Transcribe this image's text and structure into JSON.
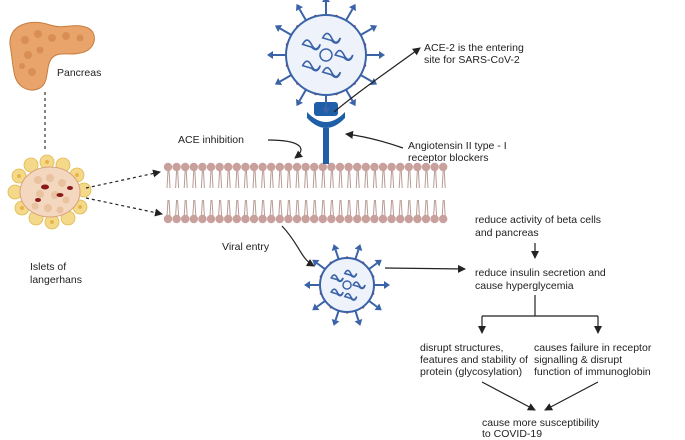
{
  "labels": {
    "pancreas": "Pancreas",
    "islets_line1": "Islets of",
    "islets_line2": "langerhans",
    "ace_inhibition": "ACE inhibition",
    "ace2_line1": "ACE-2 is the entering",
    "ace2_line2": "site for SARS-CoV-2",
    "blockers_line1": "Angiotensin II type - I",
    "blockers_line2": "receptor blockers",
    "viral_entry": "Viral entry",
    "beta_line1": "reduce activity of beta cells",
    "beta_line2": "and pancreas",
    "insulin_line1": "reduce insulin secretion and",
    "insulin_line2": "cause hyperglycemia",
    "disrupt_line1": "disrupt structures,",
    "disrupt_line2": "features and stability of",
    "disrupt_line3": "protein (glycosylation)",
    "failure_line1": "causes failure in receptor",
    "failure_line2": "signalling & disrupt",
    "failure_line3": "function of immunoglobin",
    "suscept_line1": "cause more susceptibility",
    "suscept_line2": "to COVID-19"
  },
  "colors": {
    "pancreas": "#e8a46a",
    "membrane_head": "#c9a09c",
    "virus": "#3b63a8",
    "spike_accent": "#c0392b",
    "receptor": "#1f5fa8",
    "islet_cell": "#f5d98a"
  },
  "icons": {
    "organ": "pancreas-icon",
    "islet": "islet-icon",
    "virus": "coronavirus-icon",
    "receptor": "ace2-receptor-icon"
  }
}
